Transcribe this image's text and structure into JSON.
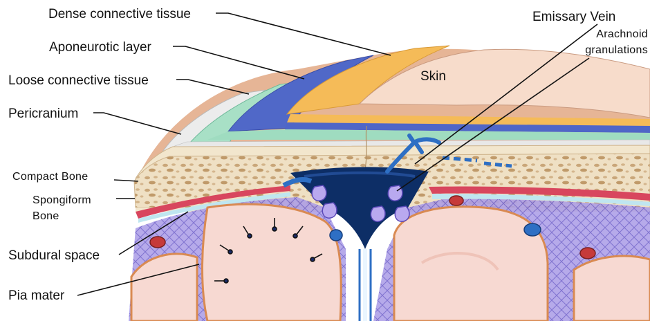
{
  "figure": {
    "labels": {
      "dense_connective_tissue": "Dense connective tissue",
      "aponeurotic_layer": "Aponeurotic layer",
      "loose_connective_tissue": "Loose connective tissue",
      "pericranium": "Pericranium",
      "compact_bone": "Compact Bone",
      "spongiform_bone_line1": "Spongiform",
      "spongiform_bone_line2": "Bone",
      "subdural_space": "Subdural space",
      "pia_mater": "Pia mater",
      "skin": "Skin",
      "emissary_vein": "Emissary Vein",
      "arachnoid_granulations_line1": "Arachnoid",
      "arachnoid_granulations_line2": "granulations"
    },
    "colors": {
      "skin": "#f6d9c6",
      "skin_side": "#e9b89a",
      "dense_tissue": "#f6bd58",
      "aponeurosis": "#4f66c7",
      "loose_tissue": "#9fdcc0",
      "pericranium": "#e8e8e8",
      "bone": "#efe0c4",
      "bone_speckle": "#c8a878",
      "sinus": "#0d2e66",
      "dura_red": "#d8465e",
      "pia_purple": "#8a78d8",
      "brain": "#f7d9d2",
      "vein_blue": "#2e6fc4",
      "artery_red": "#c63a3a"
    }
  }
}
